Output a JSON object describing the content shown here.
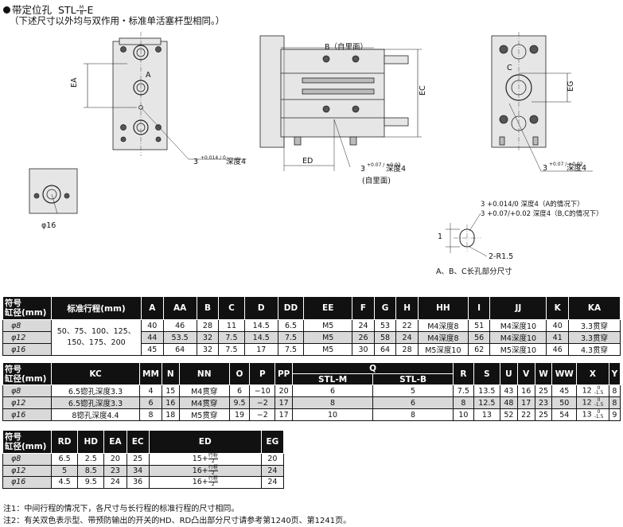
{
  "header": {
    "title": "带定位孔",
    "model": "STL-",
    "model_stack_top": "M",
    "model_stack_bottom": "B",
    "model_suffix": "-E",
    "subtitle": "（下述尺寸以外均与双作用・标准单活塞杆型相同。）"
  },
  "drawing": {
    "ea": "EA",
    "a": "A",
    "ec": "EC",
    "eg": "EG",
    "ed": "ED",
    "b_label": "B（自里面）",
    "c_label": "C",
    "hole_front": "3",
    "hole_front_tol": "+0.014 / 0",
    "hole_front_depth": "深度4",
    "hole_side": "3",
    "hole_side_tol": "+0.07 / +0.02",
    "hole_side_depth": "深度4",
    "from_back": "(自里面)",
    "hole_right": "3",
    "hole_right_tol": "+0.07 / +0.02",
    "hole_right_depth": "深度4",
    "phi16": "φ16",
    "detail_line1": "3 +0.014/0 深度4（A的情况下）",
    "detail_line2": "3 +0.07/+0.02 深度4（B,C的情况下）",
    "detail_1": "1",
    "detail_r": "2-R1.5",
    "detail_caption": "A、B、C长孔部分尺寸"
  },
  "table1": {
    "corner_top": "符号",
    "corner_bottom": "缸径(mm)",
    "headers": [
      "标准行程(mm)",
      "A",
      "AA",
      "B",
      "C",
      "D",
      "DD",
      "EE",
      "F",
      "G",
      "H",
      "HH",
      "I",
      "JJ",
      "K",
      "KA"
    ],
    "stroke_line1": "50、75、100、125、",
    "stroke_line2": "150、175、200",
    "rows": [
      {
        "bore": "φ8",
        "vals": [
          "40",
          "46",
          "28",
          "11",
          "14.5",
          "6.5",
          "M5",
          "24",
          "53",
          "22",
          "M4深度8",
          "51",
          "M4深度10",
          "40",
          "3.3贯穿"
        ]
      },
      {
        "bore": "φ12",
        "vals": [
          "44",
          "53.5",
          "32",
          "7.5",
          "14.5",
          "7.5",
          "M5",
          "26",
          "58",
          "24",
          "M4深度8",
          "56",
          "M4深度10",
          "41",
          "3.3贯穿"
        ]
      },
      {
        "bore": "φ16",
        "vals": [
          "45",
          "64",
          "32",
          "7.5",
          "17",
          "7.5",
          "M5",
          "30",
          "64",
          "28",
          "M5深度10",
          "62",
          "M5深度10",
          "46",
          "4.3贯穿"
        ]
      }
    ]
  },
  "table2": {
    "corner_top": "符号",
    "corner_bottom": "缸径(mm)",
    "headers": [
      "KC",
      "MM",
      "N",
      "NN",
      "O",
      "P",
      "PP",
      "Q",
      "R",
      "S",
      "U",
      "V",
      "W",
      "WW",
      "X",
      "Y"
    ],
    "q_sub": [
      "STL-M",
      "STL-B"
    ],
    "x_tol_top": "0",
    "x_tol_bottom": "-1.5",
    "rows": [
      {
        "bore": "φ8",
        "vals": [
          "6.5锪孔深度3.3",
          "4",
          "15",
          "M4贯穿",
          "6",
          "−10",
          "20",
          "6",
          "5",
          "7.5",
          "13.5",
          "43",
          "16",
          "25",
          "45",
          "12",
          "8"
        ]
      },
      {
        "bore": "φ12",
        "vals": [
          "6.5锪孔深度3.3",
          "6",
          "16",
          "M4贯穿",
          "9.5",
          "−2",
          "17",
          "8",
          "6",
          "8",
          "12.5",
          "48",
          "17",
          "23",
          "50",
          "12",
          "8"
        ]
      },
      {
        "bore": "φ16",
        "vals": [
          "8锪孔深度4.4",
          "8",
          "18",
          "M5贯穿",
          "19",
          "−2",
          "17",
          "10",
          "8",
          "10",
          "13",
          "52",
          "22",
          "25",
          "54",
          "13",
          "9"
        ]
      }
    ]
  },
  "table3": {
    "corner_top": "符号",
    "corner_bottom": "缸径(mm)",
    "headers": [
      "RD",
      "HD",
      "EA",
      "EC",
      "ED",
      "EG"
    ],
    "frac_top": "行程",
    "frac_bottom": "2",
    "rows": [
      {
        "bore": "φ8",
        "vals": [
          "6.5",
          "2.5",
          "20",
          "25",
          "15+",
          "20"
        ]
      },
      {
        "bore": "φ12",
        "vals": [
          "5",
          "8.5",
          "23",
          "34",
          "16+",
          "24"
        ]
      },
      {
        "bore": "φ16",
        "vals": [
          "4.5",
          "9.5",
          "24",
          "36",
          "16+",
          "24"
        ]
      }
    ]
  },
  "notes": [
    "注1：中间行程的情况下，各尺寸与长行程的标准行程的尺寸相同。",
    "注2：有关双色表示型、带预防输出的开关的HD、RD凸出部分尺寸请参考第1240页、第1241页。"
  ]
}
